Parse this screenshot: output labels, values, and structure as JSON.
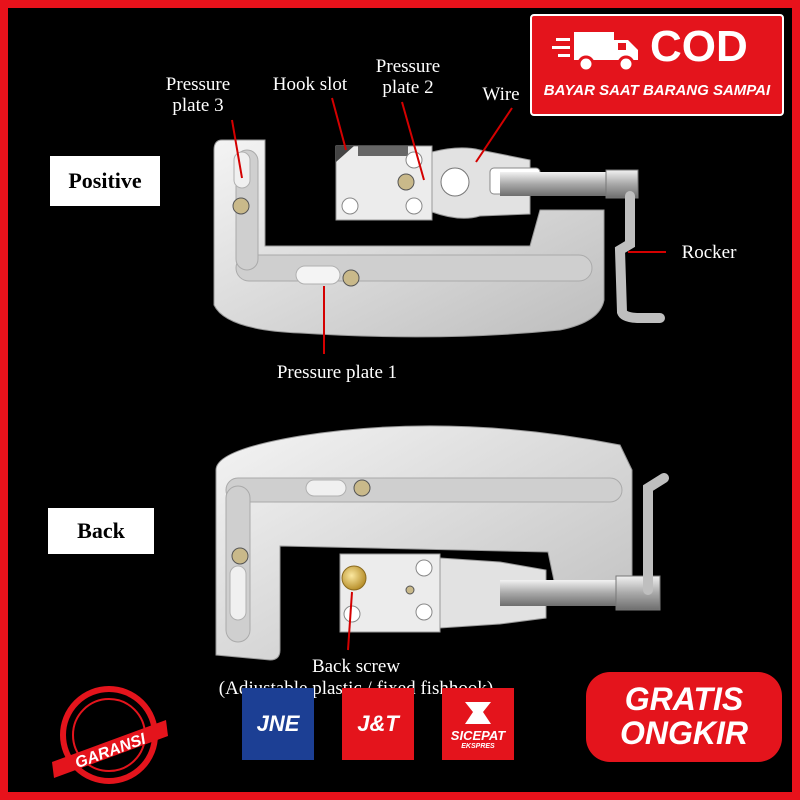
{
  "labels": {
    "pressure_plate_3": "Pressure\nplate 3",
    "hook_slot": "Hook slot",
    "pressure_plate_2": "Pressure\nplate 2",
    "wire": "Wire",
    "rocker": "Rocker",
    "pressure_plate_1": "Pressure plate 1",
    "back_screw": "Back screw",
    "back_screw_note": "(Adjustable plastic / fixed fishhook)"
  },
  "tags": {
    "positive": "Positive",
    "back": "Back"
  },
  "badges": {
    "cod_title": "COD",
    "cod_sub": "BAYAR SAAT BARANG SAMPAI",
    "gratis_line1": "GRATIS",
    "gratis_line2": "ONGKIR",
    "garansi": "GARANSI",
    "couriers": [
      "JNE",
      "J&T",
      "SICEPAT",
      "EKSPRES"
    ]
  },
  "icons": [
    "delivery-truck-icon",
    "garansi-seal-icon",
    "jne-logo",
    "jnt-logo",
    "sicepat-logo"
  ],
  "colors": {
    "brand_red": "#e4141c",
    "jne_blue": "#1c3f94",
    "background": "#000000"
  }
}
